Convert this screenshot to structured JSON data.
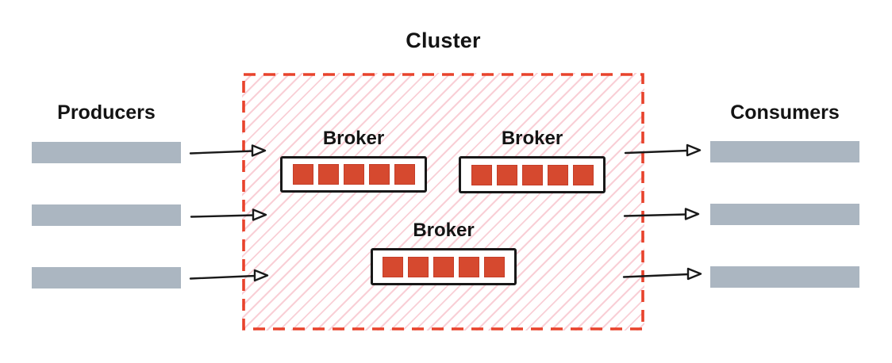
{
  "cluster": {
    "label": "Cluster",
    "brokers": [
      {
        "label": "Broker",
        "partitions": 5
      },
      {
        "label": "Broker",
        "partitions": 5
      },
      {
        "label": "Broker",
        "partitions": 5
      }
    ]
  },
  "producers": {
    "label": "Producers",
    "count": 3
  },
  "consumers": {
    "label": "Consumers",
    "count": 3
  },
  "flows": {
    "producer_arrows": 3,
    "consumer_arrows": 3
  },
  "colors": {
    "cluster_border": "#e8432c",
    "cluster_hatch": "#f9cfd6",
    "partition_fill": "#d6492f",
    "bar_fill": "#abb6c1",
    "line_stroke": "#1a1a1a"
  }
}
